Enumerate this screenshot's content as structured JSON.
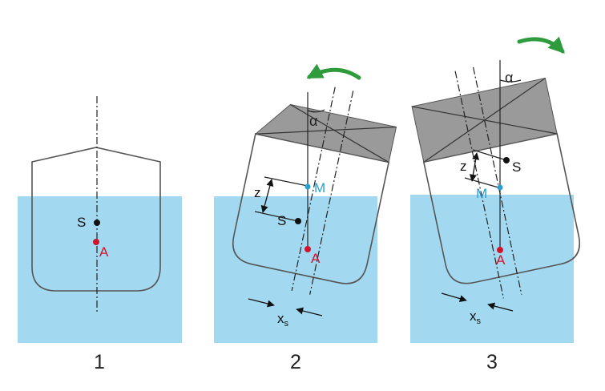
{
  "colors": {
    "water": "#a3d9f0",
    "hull_outline": "#555555",
    "load": "#9a9a9a",
    "point_S": "#111111",
    "point_M": "#2a9fd0",
    "point_A": "#d1142d",
    "arrow": "#2e9b3c"
  },
  "panels": [
    {
      "number": "1",
      "labels": {
        "S": "S",
        "A": "A"
      }
    },
    {
      "number": "2",
      "rotation_arrow": "counterclockwise-arrow",
      "labels": {
        "S": "S",
        "M": "M",
        "A": "A",
        "z": "z",
        "alpha": "α",
        "xs_main": "x",
        "xs_sub": "s"
      }
    },
    {
      "number": "3",
      "rotation_arrow": "clockwise-arrow",
      "labels": {
        "S": "S",
        "M": "M",
        "A": "A",
        "z": "z",
        "alpha": "α",
        "xs_main": "x",
        "xs_sub": "s"
      }
    }
  ]
}
